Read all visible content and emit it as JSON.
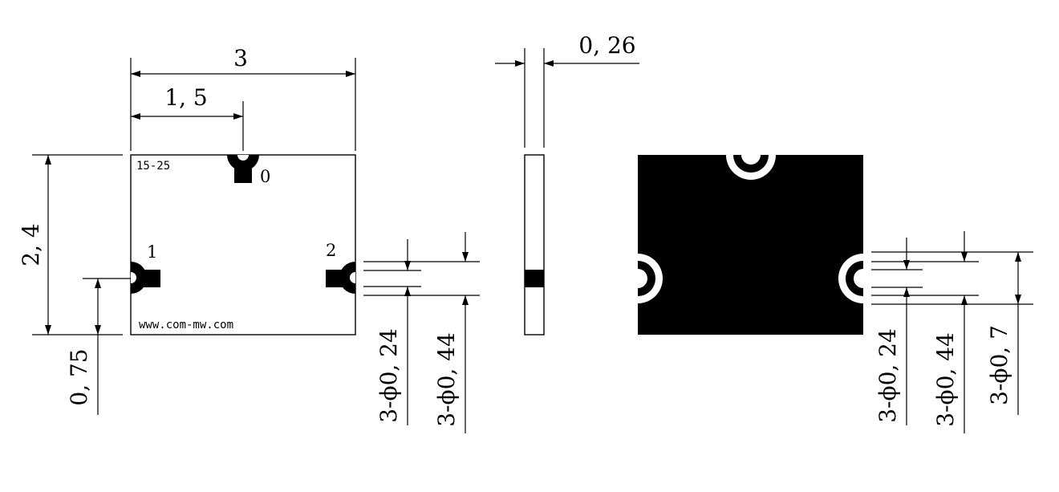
{
  "top_view": {
    "marking": "15-25",
    "website": "www.com-mw.com",
    "pad_labels": [
      "0",
      "1",
      "2"
    ],
    "dim_width": "3",
    "dim_half_width": "1, 5",
    "dim_height": "2, 4",
    "dim_pad_offset": "0, 75",
    "dim_inner_diameter": "3-ϕ0, 24",
    "dim_outer_diameter": "3-ϕ0, 44"
  },
  "side_view": {
    "dim_thickness": "0, 26"
  },
  "bottom_view": {
    "dim_inner_diameter": "3-ϕ0, 24",
    "dim_outer_diameter": "3-ϕ0, 44",
    "dim_ring_diameter": "3-ϕ0, 7"
  }
}
